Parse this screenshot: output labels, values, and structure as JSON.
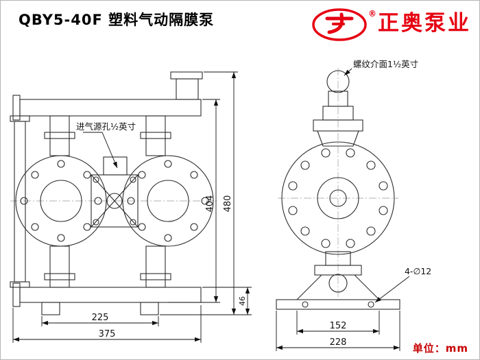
{
  "title": "QBY5-40F 塑料气动隔膜泵",
  "logo": {
    "brand": "正奥泵业",
    "registered": "®"
  },
  "annotations": {
    "thread_interface": "螺纹介面1½英寸",
    "air_inlet": "进气源孔½英寸",
    "bolt_holes": "4-∅12"
  },
  "dimensions": {
    "front_view": {
      "port_height": "404",
      "total_height": "480",
      "base_height": "46",
      "foot_span": "225",
      "total_width": "375"
    },
    "side_view": {
      "foot_hole_span": "152",
      "base_width": "228"
    }
  },
  "unit_label": "单位：mm"
}
